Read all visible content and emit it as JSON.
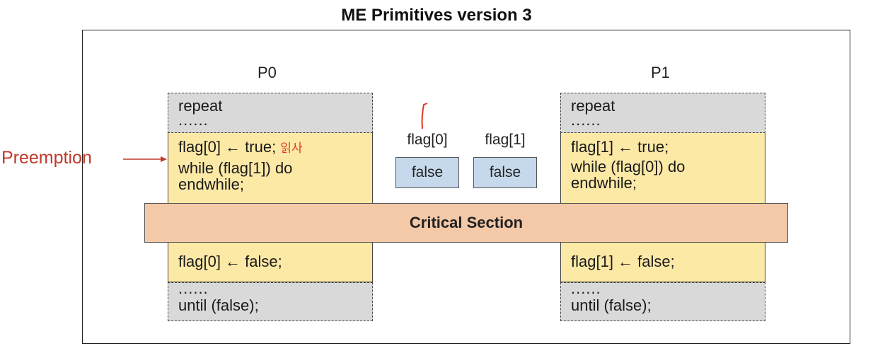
{
  "title": "ME Primitives version 3",
  "preemption_label": "Preemption",
  "handwritten_note": "읽사",
  "critical_section": "Critical Section",
  "flags": [
    {
      "label": "flag[0]",
      "value": "false"
    },
    {
      "label": "flag[1]",
      "value": "false"
    }
  ],
  "p0": {
    "label": "P0",
    "repeat": "repeat",
    "dots_top": "......",
    "entry_line1": "flag[0] ← true;",
    "entry_line2": "while (flag[1]) do",
    "entry_line3": "endwhile;",
    "exit": "flag[0] ← false;",
    "dots_bottom": "......",
    "until": "until (false);"
  },
  "p1": {
    "label": "P1",
    "repeat": "repeat",
    "dots_top": "......",
    "entry_line1": "flag[1] ← true;",
    "entry_line2": "while (flag[0]) do",
    "entry_line3": "endwhile;",
    "exit": "flag[1] ← false;",
    "dots_bottom": "......",
    "until": "until (false);"
  },
  "colors": {
    "repeat_block": "#d9d9d9",
    "code_block": "#fde9a6",
    "critical_section": "#f3c9a8",
    "flag_box": "#c6d9ec",
    "annotation": "#c0392b"
  }
}
